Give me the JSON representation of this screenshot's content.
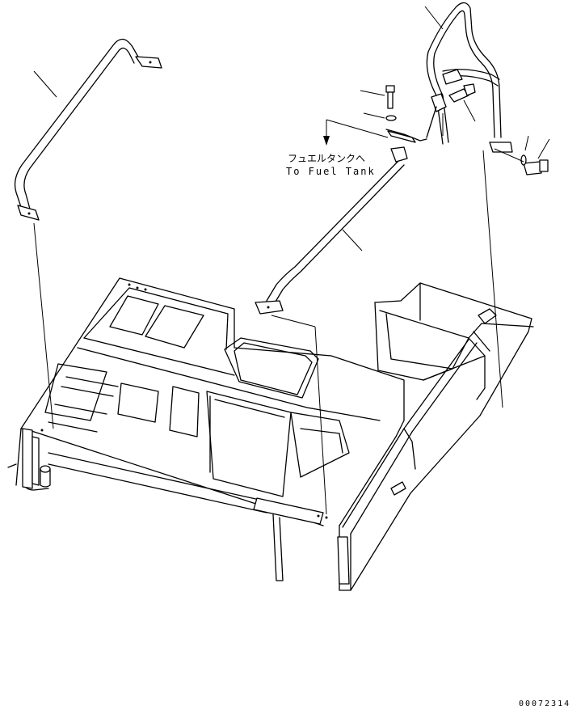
{
  "callout": {
    "japanese": "フュエルタンクへ",
    "english": "To Fuel Tank"
  },
  "drawing_number": "00072314",
  "colors": {
    "line": "#000000",
    "background": "#ffffff"
  }
}
